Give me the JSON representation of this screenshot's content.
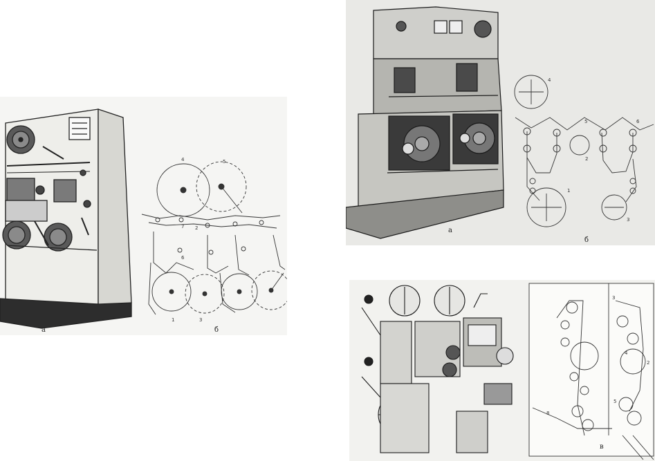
{
  "figures": [
    {
      "id": "left",
      "labels": {
        "photo": "а",
        "scheme": "б"
      },
      "callouts": [
        "4",
        "5",
        "7",
        "2",
        "6",
        "1",
        "3"
      ]
    },
    {
      "id": "top-right",
      "labels": {
        "photo": "а",
        "scheme": "б"
      },
      "callouts": [
        "4",
        "5",
        "6",
        "2",
        "1",
        "3"
      ]
    },
    {
      "id": "bottom-right",
      "labels": {
        "scheme": "в"
      },
      "callouts": [
        "3",
        "4",
        "2",
        "5",
        "8"
      ]
    }
  ]
}
